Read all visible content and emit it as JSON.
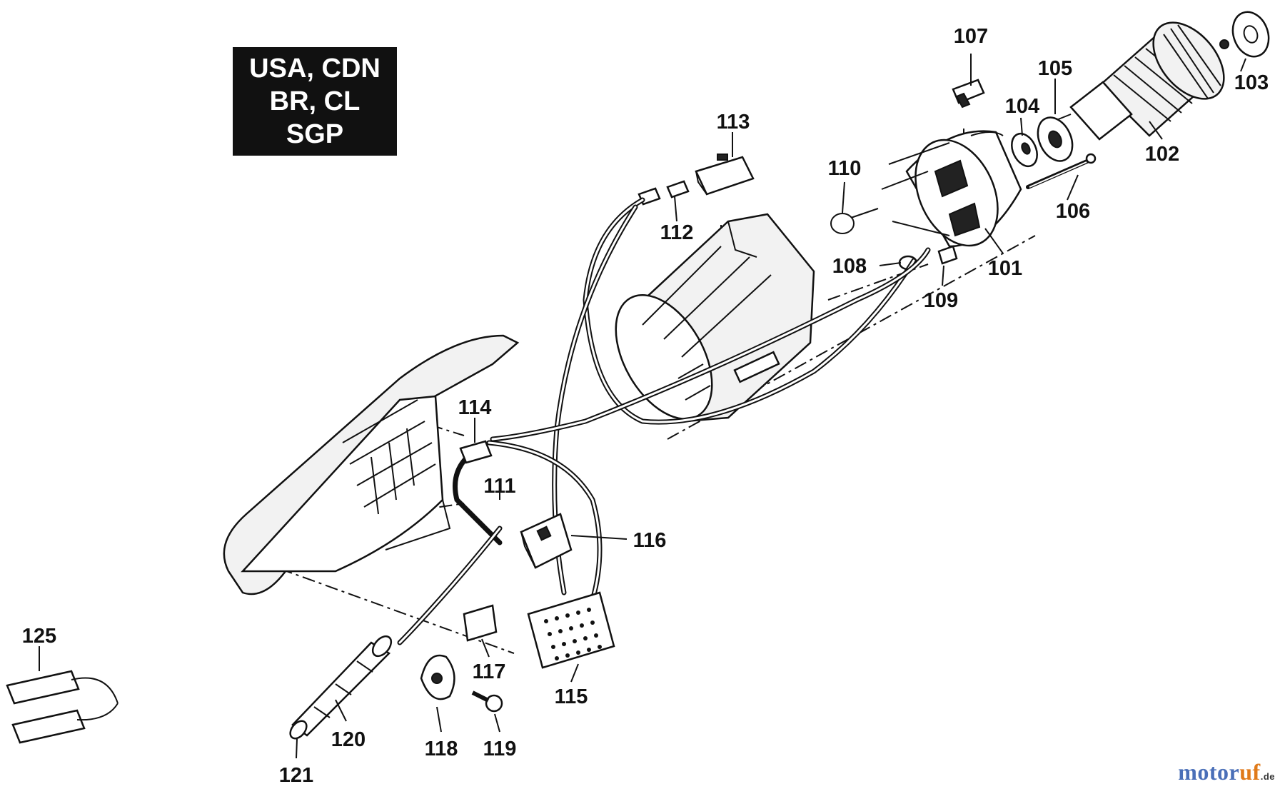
{
  "region_codes": [
    "USA, CDN",
    "BR, CL",
    "SGP"
  ],
  "watermark": {
    "brand_a": "motor",
    "brand_b": "uf",
    "tld": ".de"
  },
  "part_labels": {
    "p101": "101",
    "p102": "102",
    "p103": "103",
    "p104": "104",
    "p105": "105",
    "p106": "106",
    "p107": "107",
    "p108": "108",
    "p109": "109",
    "p110": "110",
    "p111": "111",
    "p112": "112",
    "p113": "113",
    "p114": "114",
    "p115": "115",
    "p116": "116",
    "p117": "117",
    "p118": "118",
    "p119": "119",
    "p120": "120",
    "p121": "121",
    "p125": "125"
  },
  "colors": {
    "ink": "#111111",
    "region_box_bg": "#111111",
    "watermark_blue": "#4a6fb8",
    "watermark_orange": "#e07a1a"
  }
}
